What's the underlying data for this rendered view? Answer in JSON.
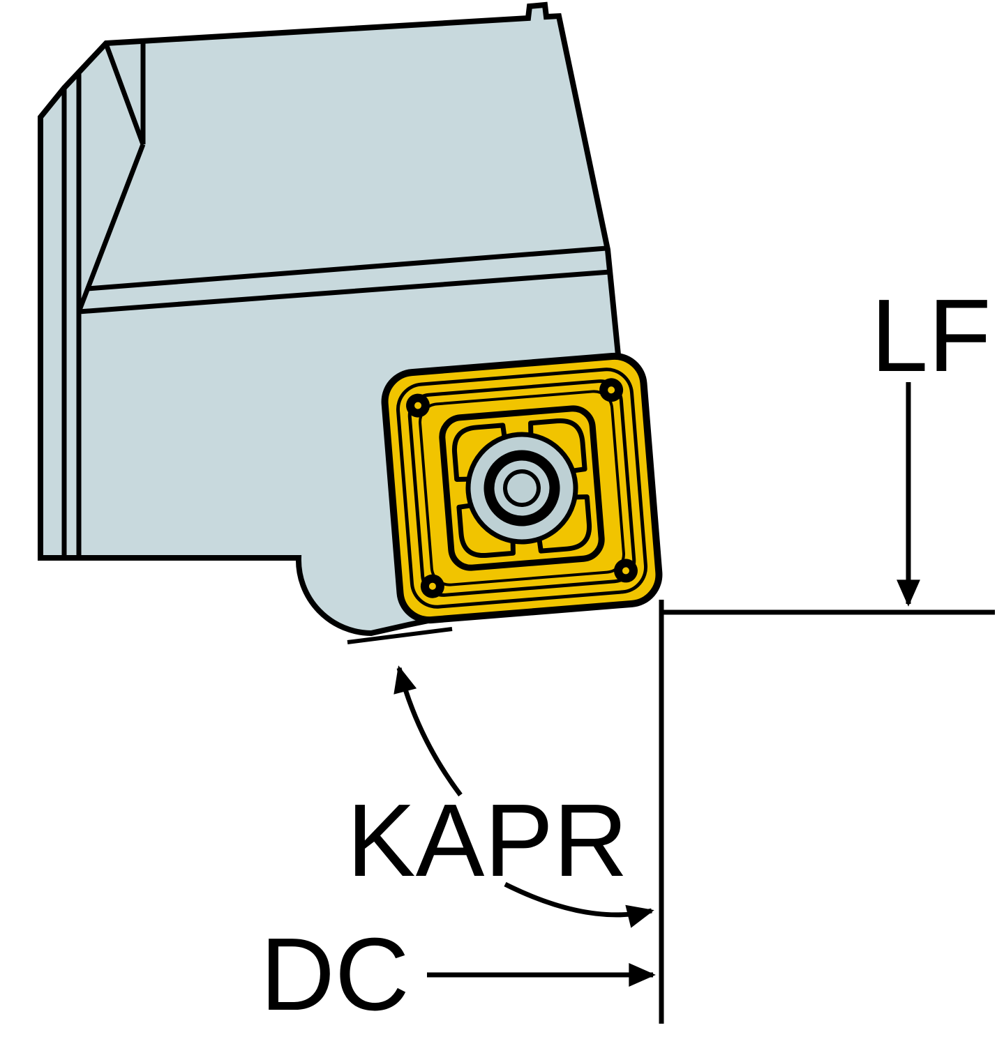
{
  "page": {
    "background": "#ffffff"
  },
  "diagram": {
    "kind": "tool-holder-insert-dimension-drawing",
    "labels": {
      "lf": "LF",
      "kapr": "KAPR",
      "dc": "DC"
    },
    "colors": {
      "line": "#000000",
      "tool_body_fill": "#c8d9dd",
      "insert_fill": "#f1c400",
      "insert_screw_fill": "#bdd0d4"
    }
  }
}
